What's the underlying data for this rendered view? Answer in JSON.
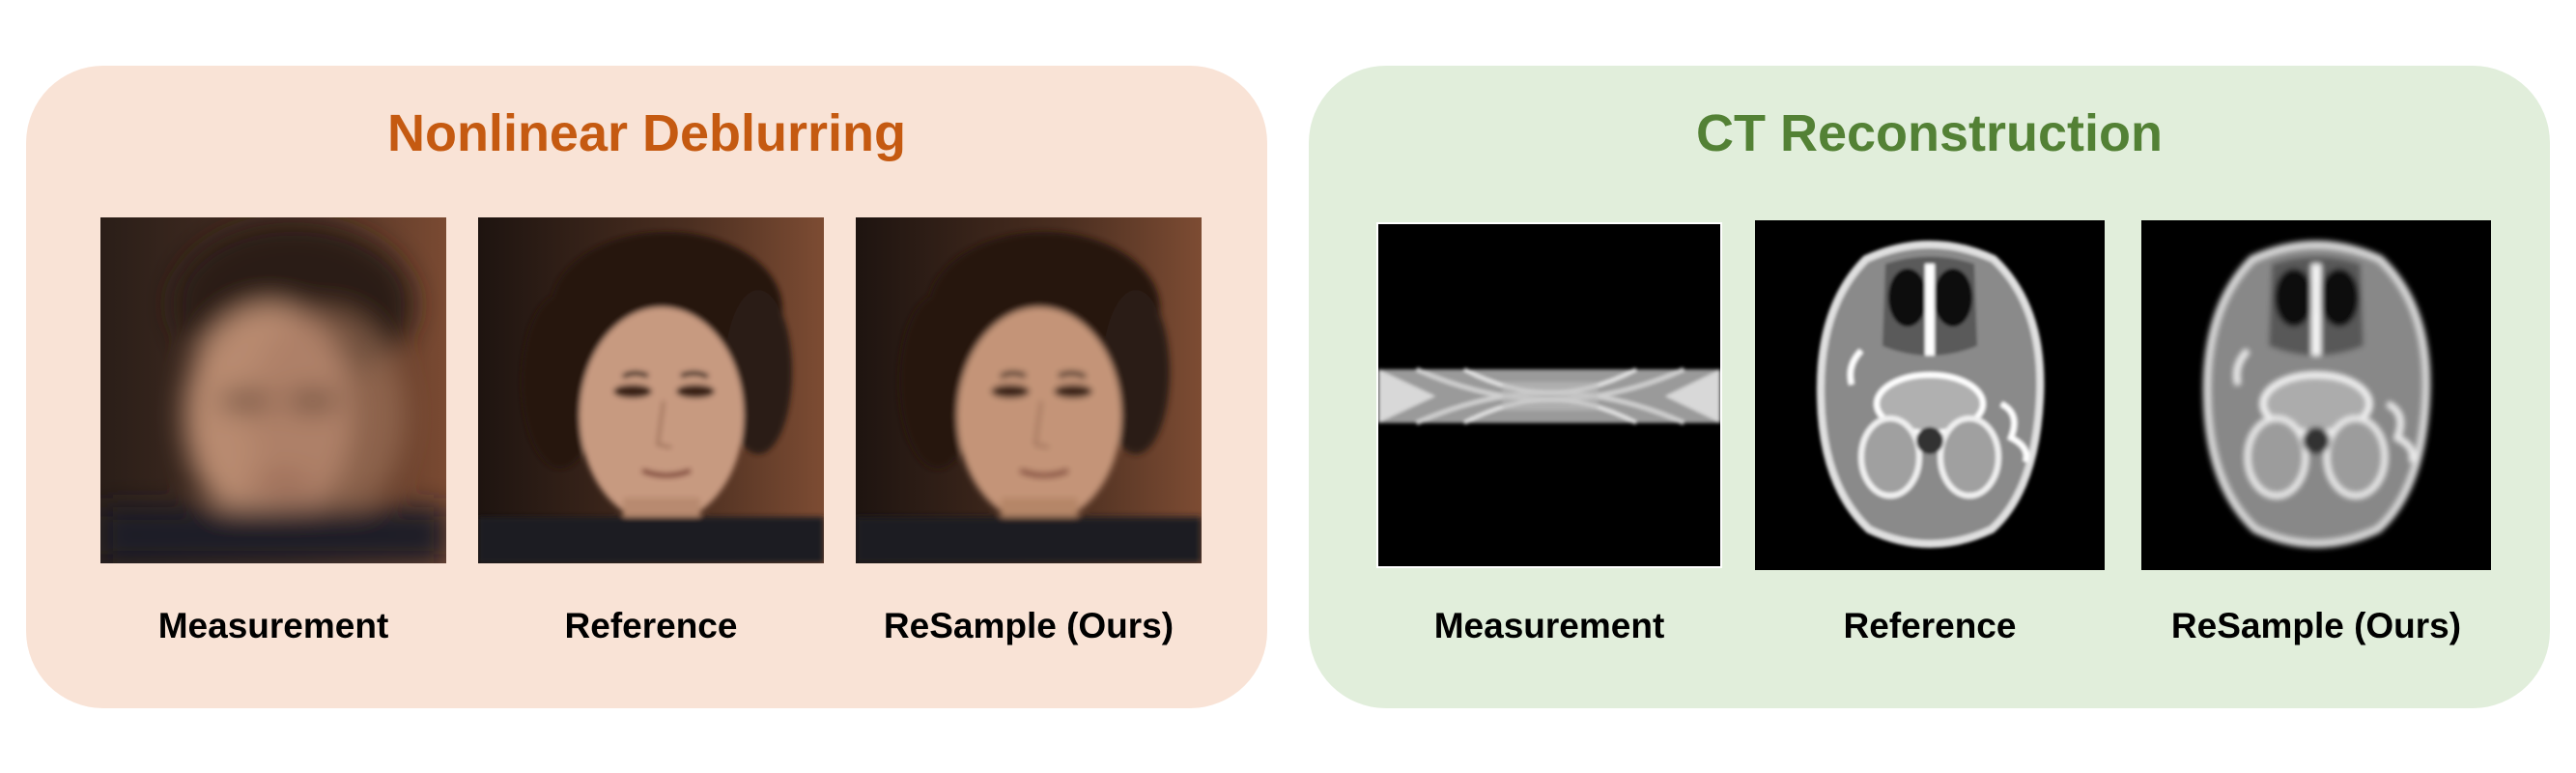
{
  "panels": [
    {
      "title": "Nonlinear Deblurring",
      "title_color": "#c55a11",
      "background": "#f9e3d6",
      "images": [
        {
          "caption": "Measurement",
          "content": "blurred face photo"
        },
        {
          "caption": "Reference",
          "content": "face photo"
        },
        {
          "caption": "ReSample (Ours)",
          "content": "reconstructed face photo"
        }
      ]
    },
    {
      "title": "CT Reconstruction",
      "title_color": "#538135",
      "background": "#e1eedb",
      "images": [
        {
          "caption": "Measurement",
          "content": "sinogram"
        },
        {
          "caption": "Reference",
          "content": "head CT slice"
        },
        {
          "caption": "ReSample (Ours)",
          "content": "reconstructed head CT slice"
        }
      ]
    }
  ]
}
